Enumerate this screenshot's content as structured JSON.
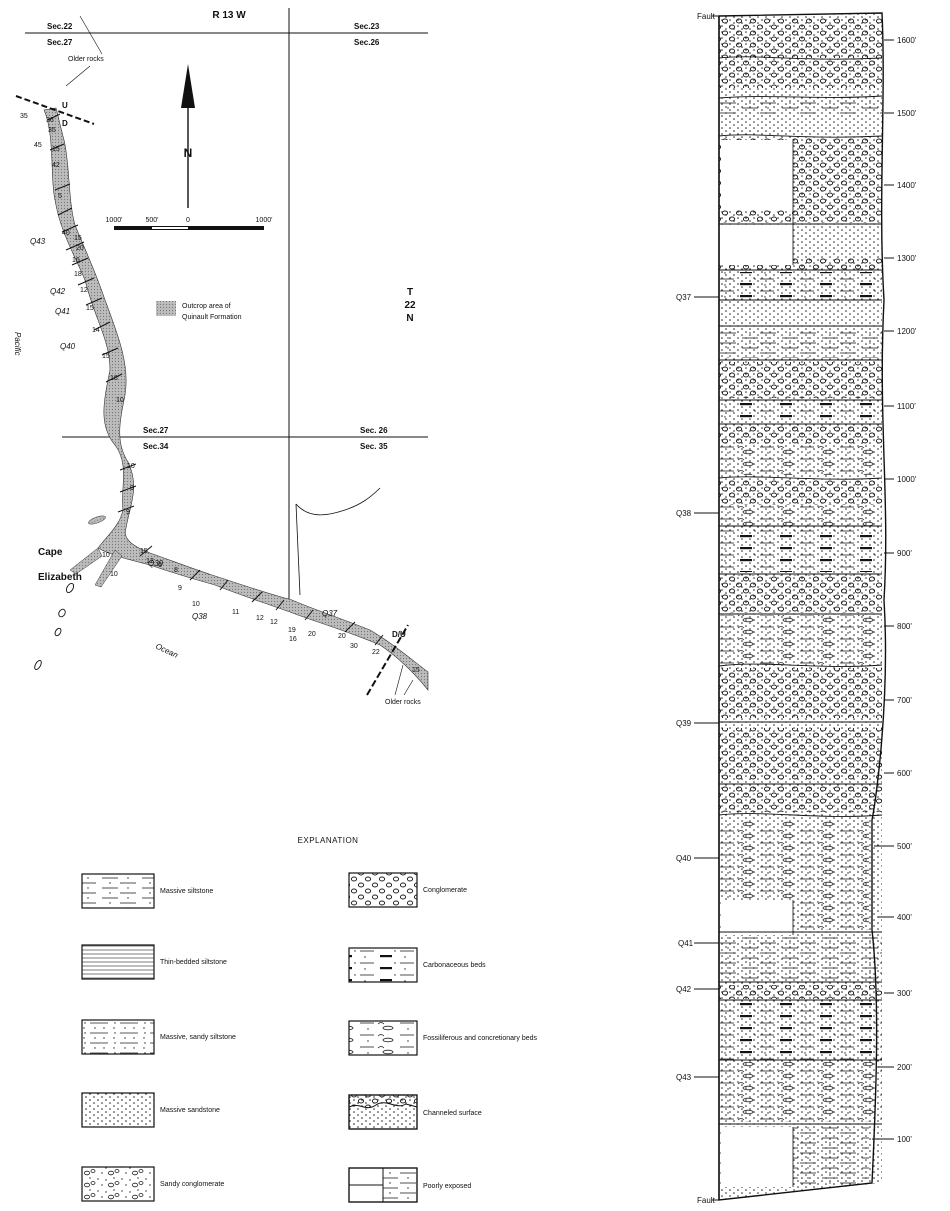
{
  "map": {
    "range_label": "R 13 W",
    "sections": {
      "top_left_upper": "Sec.22",
      "top_left_lower": "Sec.27",
      "top_right_upper": "Sec.23",
      "top_right_lower": "Sec.26",
      "mid_left_upper": "Sec.27",
      "mid_left_lower": "Sec.34",
      "mid_right_upper": "Sec. 26",
      "mid_right_lower": "Sec. 35"
    },
    "township": [
      "T",
      "22",
      "N"
    ],
    "north_label": "N",
    "scale_labels": [
      "1000'",
      "500'",
      "0",
      "1000'"
    ],
    "legend_outcrop": [
      "Outcrop area of",
      "Quinault Formation"
    ],
    "older_rocks_top": "Older rocks",
    "older_rocks_bottom": "Older rocks",
    "fault_top_u": "U",
    "fault_top_d": "D",
    "fault_bottom_du": "D/U",
    "cape": [
      "Cape",
      "Elizabeth"
    ],
    "pacific": "Pacific",
    "ocean": "Ocean",
    "dips": [
      "35",
      "36",
      "35",
      "45",
      "15",
      "42",
      "5",
      "40",
      "15",
      "20",
      "16",
      "18",
      "12",
      "15",
      "14",
      "15",
      "18",
      "10",
      "10",
      "9",
      "9",
      "10",
      "10",
      "15",
      "12",
      "6",
      "8",
      "9",
      "10",
      "11",
      "12",
      "12",
      "16",
      "19",
      "20",
      "20",
      "30",
      "22",
      "15"
    ],
    "samples": [
      "Q43",
      "Q42",
      "Q41",
      "Q40",
      "Q39",
      "Q38",
      "Q37"
    ]
  },
  "explanation": {
    "title": "EXPLANATION",
    "items_left": [
      "Massive siltstone",
      "Thin-bedded siltstone",
      "Massive, sandy siltstone",
      "Massive sandstone",
      "Sandy conglomerate"
    ],
    "items_right": [
      "Conglomerate",
      "Carbonaceous beds",
      "Fossiliferous and concretionary beds",
      "Channeled surface",
      "Poorly exposed"
    ]
  },
  "column": {
    "top_label": "Fault",
    "bottom_label": "Fault",
    "depths": [
      "1600'",
      "1500'",
      "1400'",
      "1300'",
      "1200'",
      "1100'",
      "1000'",
      "900'",
      "800'",
      "700'",
      "600'",
      "500'",
      "400'",
      "300'",
      "200'",
      "100'"
    ],
    "samples": [
      "Q37",
      "Q38",
      "Q39",
      "Q40",
      "Q41",
      "Q42",
      "Q43"
    ]
  }
}
